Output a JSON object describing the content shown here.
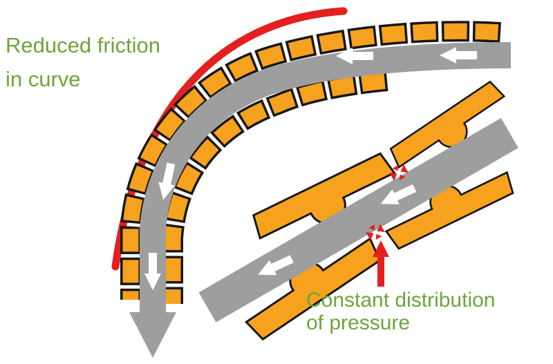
{
  "labels": {
    "reduced_friction": "Reduced friction\nin curve",
    "constant_pressure": "Constant distribution\nof pressure"
  },
  "colors": {
    "label_green": "#6da53c",
    "belt_gray": "#9e9e9e",
    "plate_orange": "#f6a21e",
    "plate_outline": "#161616",
    "highlight_red": "#e41f1f",
    "flow_arrow_white": "#ffffff",
    "background_white": "#ffffff"
  },
  "icons": {
    "friction_shield_arc": "red-arc",
    "belt_flow_arrow": "white-direction-arrow",
    "belt_end_arrow": "gray-down-arrowhead",
    "pressure_arrow": "red-up-arrow",
    "contact_mark": "red-contact-star"
  },
  "figure": {
    "flow_arrow_count_main": 4,
    "flow_arrow_count_detail": 2,
    "contact_mark_count": 2
  }
}
